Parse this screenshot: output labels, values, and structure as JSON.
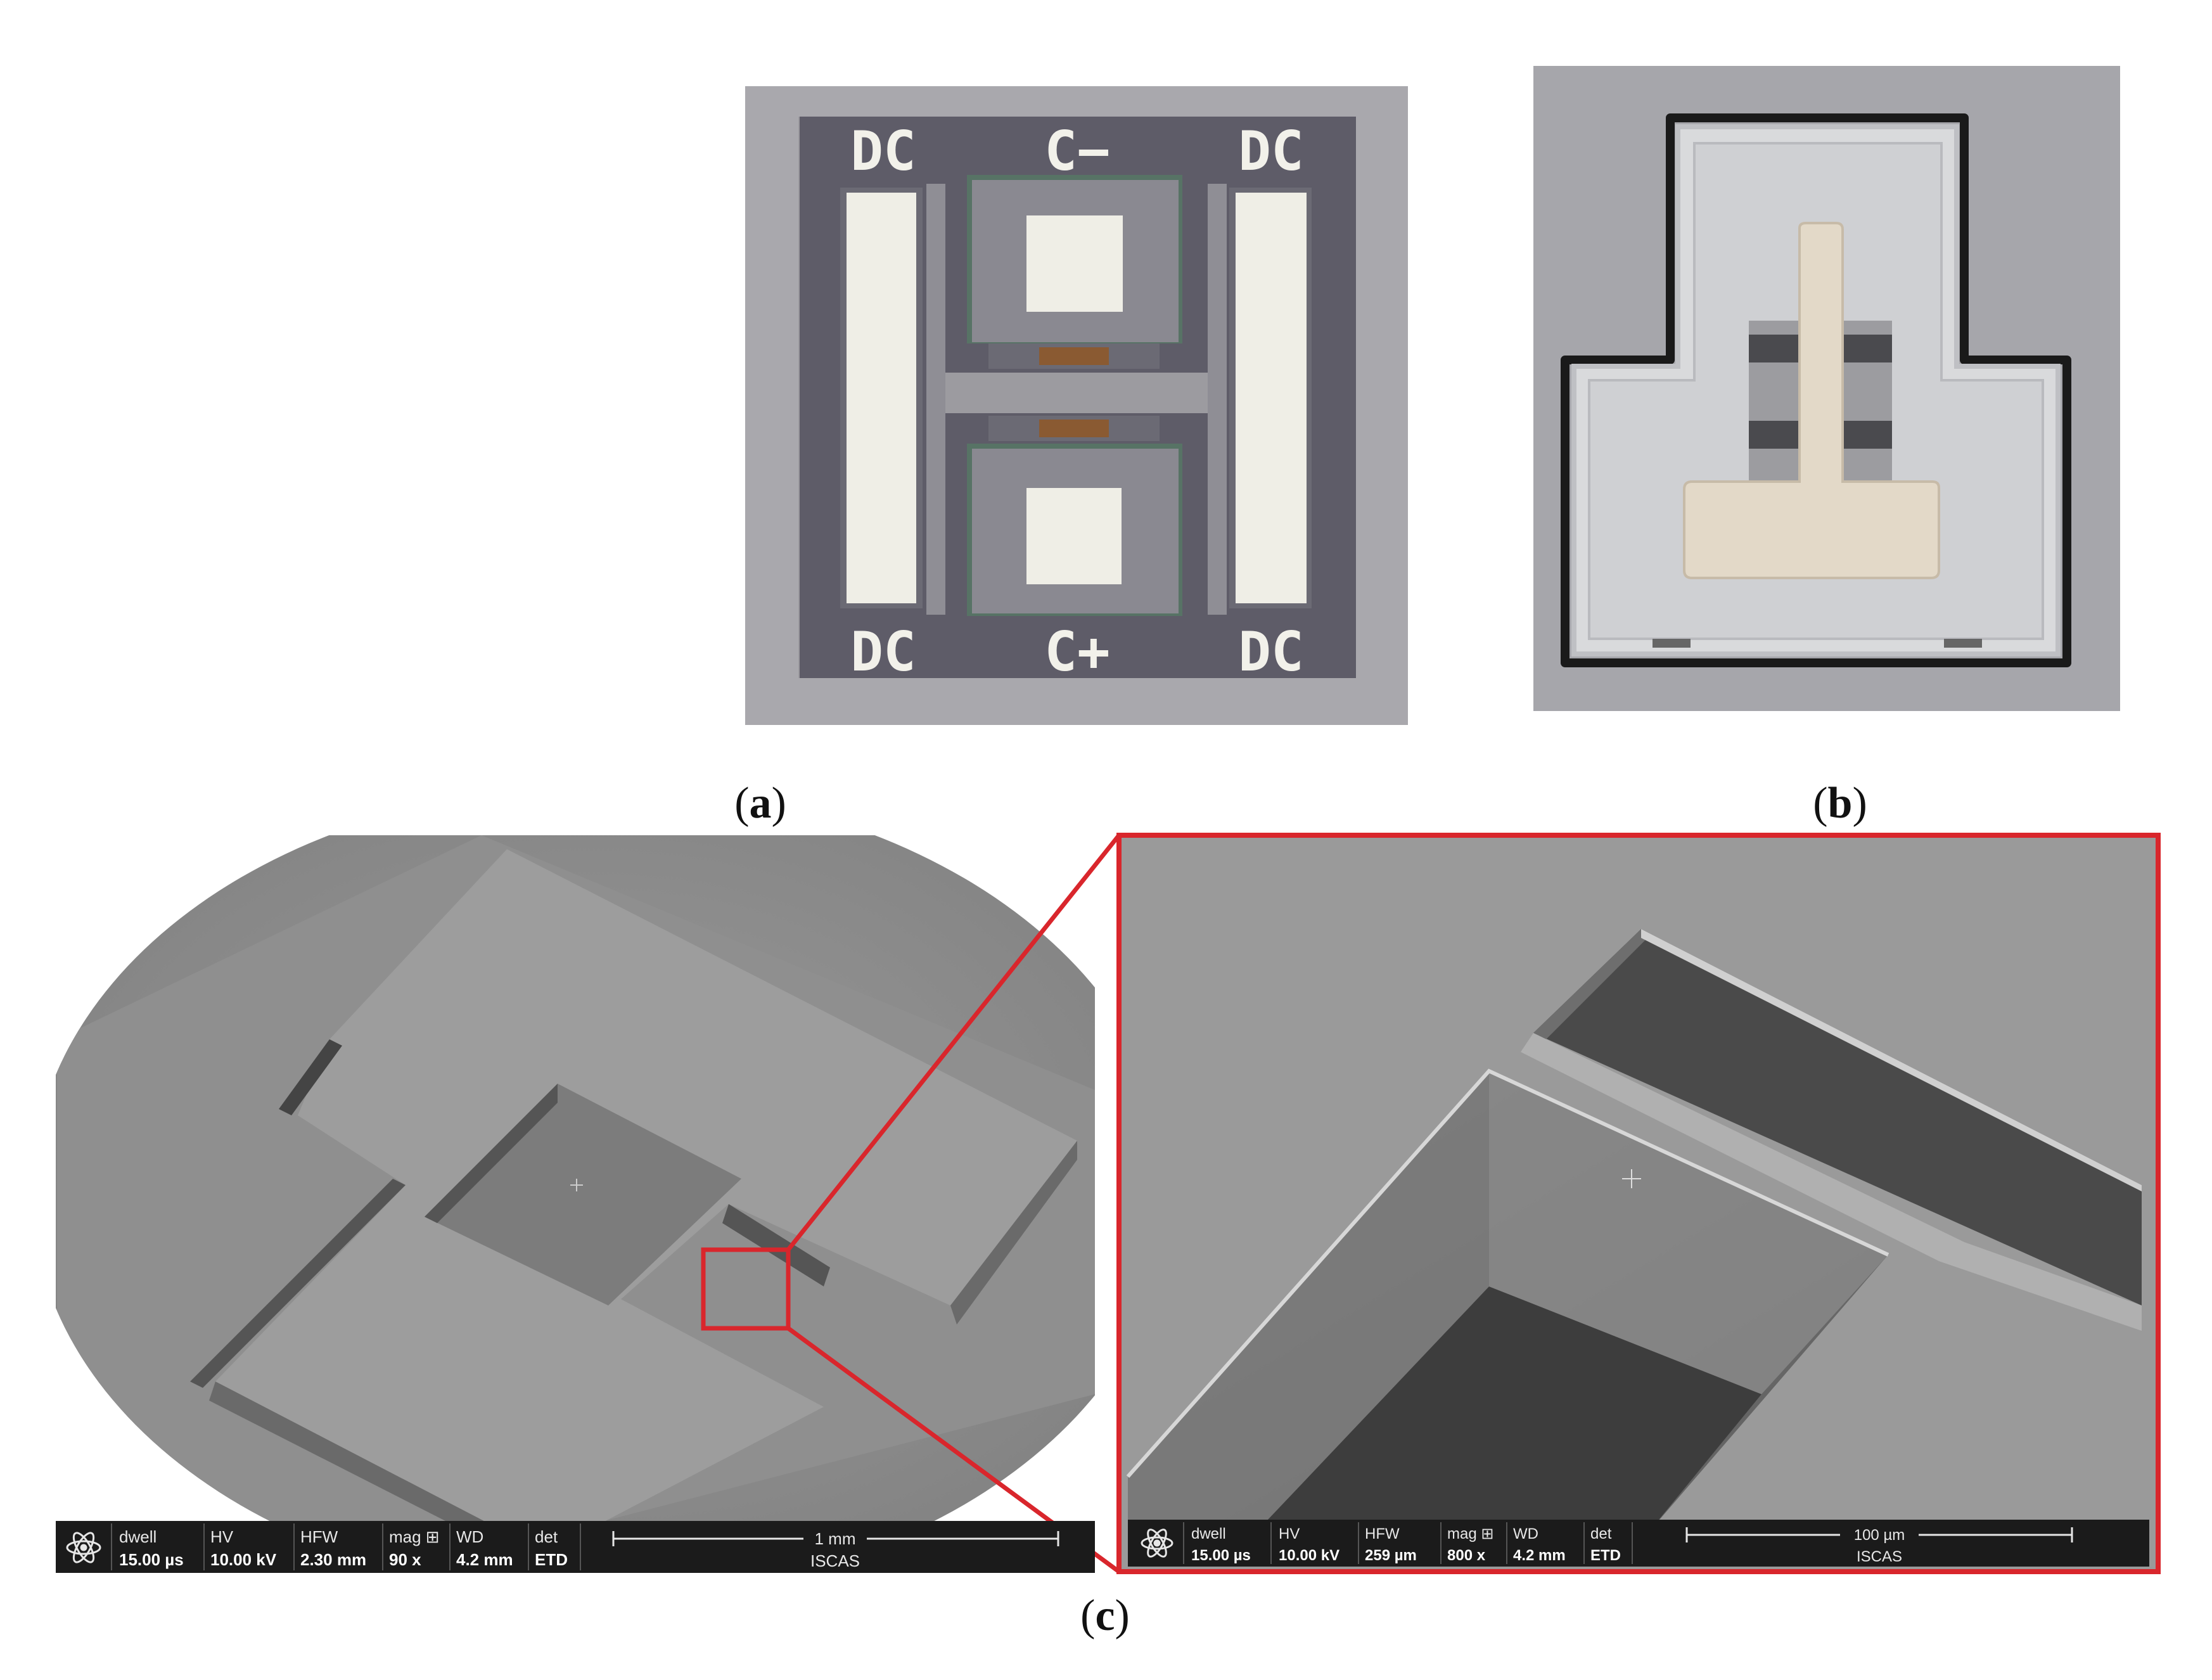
{
  "figure": {
    "panel_a": {
      "caption_letter": "a",
      "pad_labels": {
        "top_left": "DC",
        "top_center": "C−",
        "top_right": "DC",
        "bottom_left": "DC",
        "bottom_center": "C+",
        "bottom_right": "DC"
      }
    },
    "panel_b": {
      "caption_letter": "b"
    },
    "panel_c": {
      "caption_letter": "c",
      "sem_left": {
        "headers": [
          "dwell",
          "HV",
          "HFW",
          "mag ⊞",
          "WD",
          "det"
        ],
        "values": [
          "15.00 µs",
          "10.00 kV",
          "2.30 mm",
          "90 x",
          "4.2 mm",
          "ETD"
        ],
        "scale_label": "1 mm",
        "institution": "ISCAS"
      },
      "sem_right": {
        "headers": [
          "dwell",
          "HV",
          "HFW",
          "mag ⊞",
          "WD",
          "det"
        ],
        "values": [
          "15.00 µs",
          "10.00 kV",
          "259 µm",
          "800 x",
          "4.2 mm",
          "ETD"
        ],
        "scale_label": "100 µm",
        "institution": "ISCAS"
      },
      "highlight_color": "#d9262c"
    }
  }
}
